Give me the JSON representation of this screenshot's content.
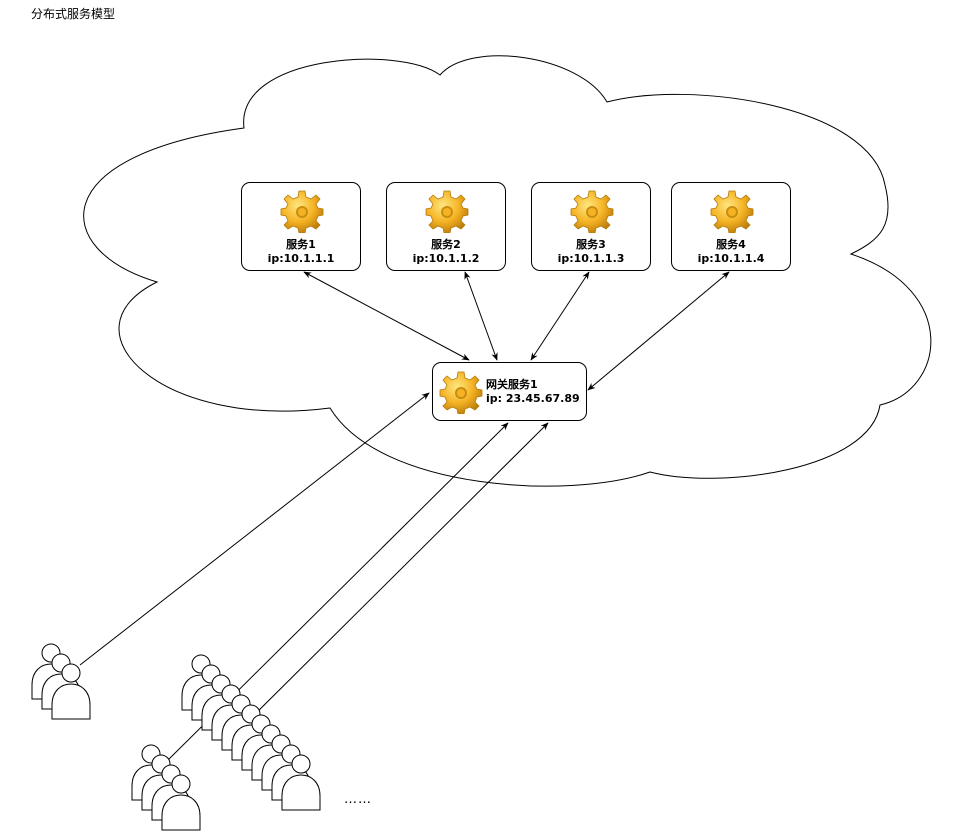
{
  "title": "分布式服务模型",
  "services": [
    {
      "name": "服务1",
      "ip": "ip:10.1.1.1",
      "icon": "gear-icon"
    },
    {
      "name": "服务2",
      "ip": "ip:10.1.1.2",
      "icon": "gear-icon"
    },
    {
      "name": "服务3",
      "ip": "ip:10.1.1.3",
      "icon": "gear-icon"
    },
    {
      "name": "服务4",
      "ip": "ip:10.1.1.4",
      "icon": "gear-icon"
    }
  ],
  "gateway": {
    "name": "网关服务1",
    "ip": "ip: 23.45.67.89",
    "icon": "gear-icon"
  },
  "user_groups": [
    {
      "icon": "user-group-icon"
    },
    {
      "icon": "user-group-icon"
    },
    {
      "icon": "user-group-icon"
    }
  ],
  "more_label": "……",
  "colors": {
    "stroke": "#000000",
    "gear_light": "#ffd54a",
    "gear_mid": "#f5b324",
    "gear_dark": "#c98d10"
  }
}
